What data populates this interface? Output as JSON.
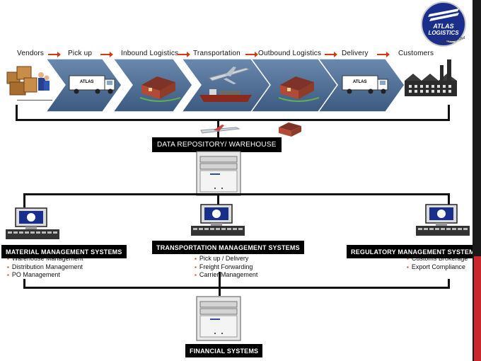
{
  "logo": {
    "name": "ATLAS",
    "sub": "LOGISTICS",
    "tagline": "Reaching Out"
  },
  "stages": [
    "Vendors",
    "Pick up",
    "Inbound Logistics",
    "Transportation",
    "Outbound Logistics",
    "Delivery",
    "Customers"
  ],
  "truck_label": "ATLAS",
  "repository": {
    "label": "DATA REPOSITORY/ WAREHOUSE"
  },
  "systems": {
    "material": {
      "label": "MATERIAL MANAGEMENT SYSTEMS",
      "items": [
        "Warehouse Management",
        "Distribution Management",
        "PO Management"
      ]
    },
    "transportation": {
      "label": "TRANSPORTATION MANAGEMENT SYSTEMS",
      "items": [
        "Pick up / Delivery",
        "Freight Forwarding",
        "Carrier Management"
      ]
    },
    "regulatory": {
      "label": "REGULATORY MANAGEMENT SYSTEMS",
      "items": [
        "Customs Brokerage",
        "Export Compliance"
      ]
    },
    "financial": {
      "label": "FINANCIAL SYSTEMS"
    }
  },
  "colors": {
    "accent": "#d23b12",
    "chevron": "#4f6f95",
    "logo_blue": "#1a2f8c",
    "side_bar": "#c9272b"
  }
}
